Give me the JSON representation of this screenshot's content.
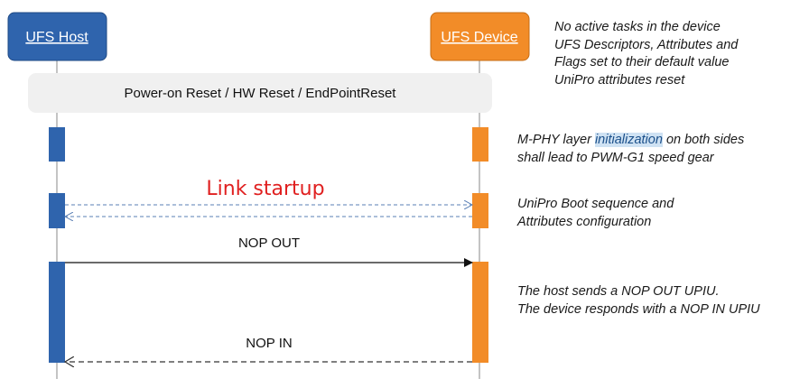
{
  "participants": {
    "host": {
      "label": "UFS Host",
      "color": "#2f64ad"
    },
    "device": {
      "label": "UFS Device",
      "color": "#f28c28"
    }
  },
  "reset_banner": "Power-on Reset / HW Reset / EndPointReset",
  "link_startup_label": "Link startup",
  "messages": {
    "nop_out": "NOP OUT",
    "nop_in": "NOP IN"
  },
  "notes": {
    "init": {
      "lines": [
        "No active tasks in the device",
        "UFS Descriptors, Attributes and",
        "Flags set to their default value",
        "UniPro attributes reset"
      ]
    },
    "mphy": {
      "line1_prefix": "M-PHY layer ",
      "line1_highlight": "initialization",
      "line1_suffix": " on both sides",
      "line2": "shall lead to PWM-G1 speed gear"
    },
    "unipro": {
      "lines": [
        "UniPro Boot sequence and",
        "Attributes configuration"
      ]
    },
    "nop": {
      "lines": [
        "The host sends a NOP OUT UPIU.",
        "The device responds with a NOP IN UPIU"
      ]
    }
  },
  "colors": {
    "host": "#2f64ad",
    "device": "#f28c28",
    "link_startup": "#e02020",
    "dashed_arrow": "#5a7fb5",
    "banner_bg": "#f0f0f0"
  }
}
